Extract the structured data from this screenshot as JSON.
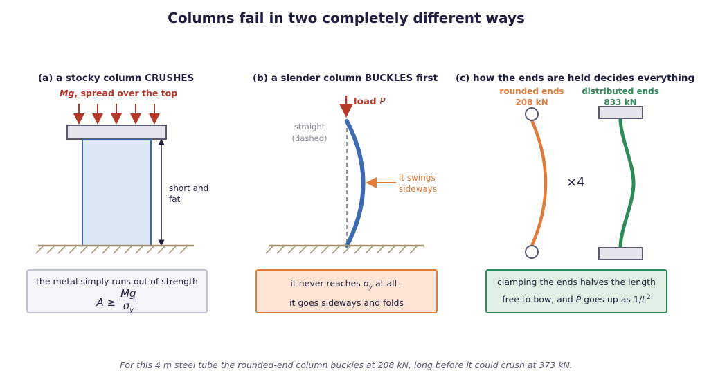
{
  "title": "Columns fail in two completely different ways",
  "panel_a": {
    "title": "(a) a stocky column CRUSHES",
    "load_label_var": "Mg",
    "load_label_rest": ", spread over the top",
    "height_label_1": "short and",
    "height_label_2": "fat",
    "box_text": "the metal simply runs out of strength",
    "formula_lhs": "A ≥",
    "formula_num": "Mg",
    "formula_den": "σ",
    "formula_den_sub": "y"
  },
  "panel_b": {
    "title": "(b) a slender column BUCKLES first",
    "load_label": "load",
    "load_var": "P",
    "straight_label_1": "straight",
    "straight_label_2": "(dashed)",
    "swing_label_1": "it swings",
    "swing_label_2": "sideways",
    "box_line1_a": "it never reaches ",
    "box_line1_sigma": "σ",
    "box_line1_sub": "y",
    "box_line1_b": " at all -",
    "box_line2": "it goes sideways and folds"
  },
  "panel_c": {
    "title": "(c) how the ends are held decides everything",
    "left_label": "rounded ends",
    "left_value": "208 kN",
    "right_label": "distributed ends",
    "right_value": "833 kN",
    "multiplier": "×4",
    "box_line1": "clamping the ends halves the length",
    "box_line2_a": "free to bow, and ",
    "box_line2_var": "P",
    "box_line2_b": " goes up as 1/",
    "box_line2_var2": "L",
    "box_line2_sup": "2"
  },
  "footer": "For this 4 m steel tube the rounded-end column buckles at 208 kN, long before it could crush at 373 kN.",
  "colors": {
    "navy": "#1e1e3f",
    "red": "#b5382b",
    "blue": "#3d6bb0",
    "orange": "#e07b39",
    "green": "#2e8b57",
    "ground": "#a09070",
    "gray": "#8a8a95"
  }
}
